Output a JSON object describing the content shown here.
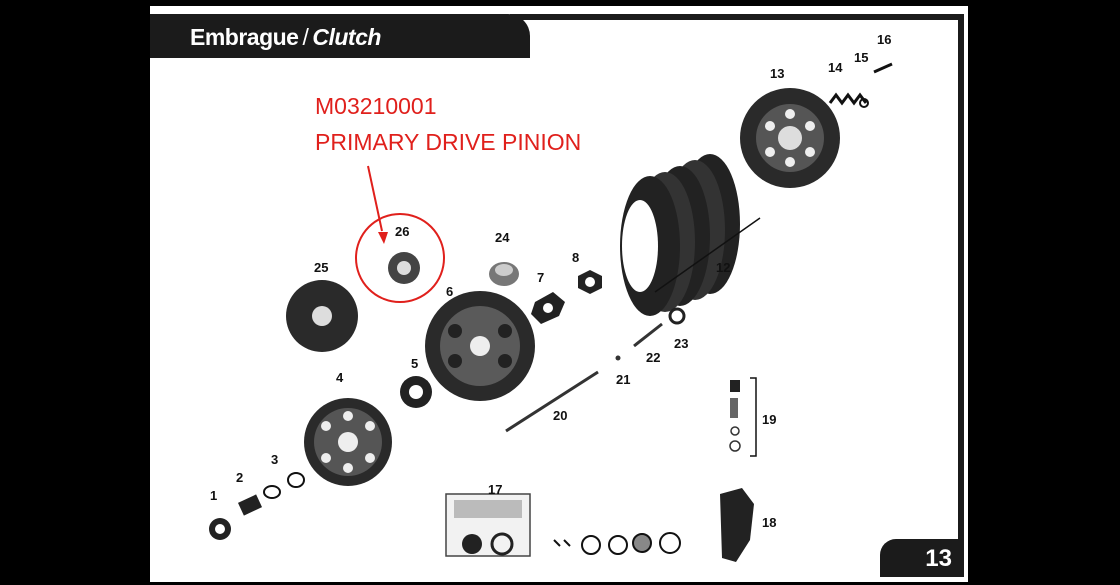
{
  "header": {
    "title_fr": "Embrague",
    "separator": "/",
    "title_en": "Clutch"
  },
  "annotation": {
    "part_code": "M03210001",
    "part_name": "PRIMARY DRIVE PINION",
    "color": "#e0201c"
  },
  "page_number": "13",
  "part_labels": [
    "1",
    "2",
    "3",
    "4",
    "5",
    "6",
    "7",
    "8",
    "12",
    "13",
    "14",
    "15",
    "16",
    "17",
    "18",
    "19",
    "20",
    "21",
    "22",
    "23",
    "24",
    "25",
    "26"
  ]
}
